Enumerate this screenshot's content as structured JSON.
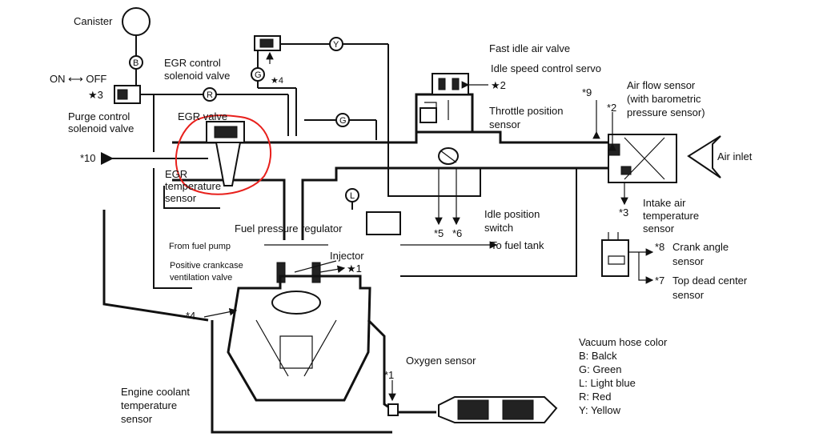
{
  "labels": {
    "canister": "Canister",
    "b_tag": "B",
    "on_off": "ON ⟷ OFF",
    "star3_left": "★3",
    "purge1": "Purge control",
    "purge2": "solenoid valve",
    "egr_ctrl1": "EGR control",
    "egr_ctrl2": "solenoid valve",
    "r_tag": "R",
    "g_tag": "G",
    "y_tag": "Y",
    "l_tag": "L",
    "star4_top": "★4",
    "egr_valve": "EGR valve",
    "fast_idle": "Fast idle air valve",
    "isc_servo": "Idle speed control servo",
    "star2_isc": "★2",
    "tps1": "Throttle position",
    "tps2": "sensor",
    "star9": "*9",
    "star2_afs": "*2",
    "afs1": "Air flow sensor",
    "afs2": "(with barometric",
    "afs3": "pressure sensor)",
    "air_inlet": "Air inlet",
    "star10": "*10",
    "egr_temp1": "EGR",
    "egr_temp2": "temperature",
    "egr_temp3": "sensor",
    "fuel_reg": "Fuel pressure regulator",
    "star5": "*5",
    "star6": "*6",
    "idle_sw1": "Idle position",
    "idle_sw2": "switch",
    "intake_temp1": "Intake air",
    "intake_temp2": "temperature",
    "intake_temp3": "sensor",
    "star3_right": "*3",
    "from_pump": "From fuel pump",
    "to_tank": "To fuel tank",
    "injector": "Injector",
    "star1_inj": "★1",
    "pcv1": "Positive crankcase",
    "pcv2": "ventilation valve",
    "star8": "*8",
    "crank1": "Crank angle",
    "crank2": "sensor",
    "star7": "*7",
    "tdc1": "Top dead center",
    "tdc2": "sensor",
    "star4_left": "*4",
    "oxygen": "Oxygen sensor",
    "star1_o2": "*1",
    "coolant1": "Engine coolant",
    "coolant2": "temperature",
    "coolant3": "sensor"
  },
  "legend": {
    "title": "Vacuum hose color",
    "items": [
      "B: Balck",
      "G: Green",
      "L: Light blue",
      "R: Red",
      "Y: Yellow"
    ]
  },
  "colors": {
    "line": "#111111",
    "annotation": "#e8201c"
  }
}
